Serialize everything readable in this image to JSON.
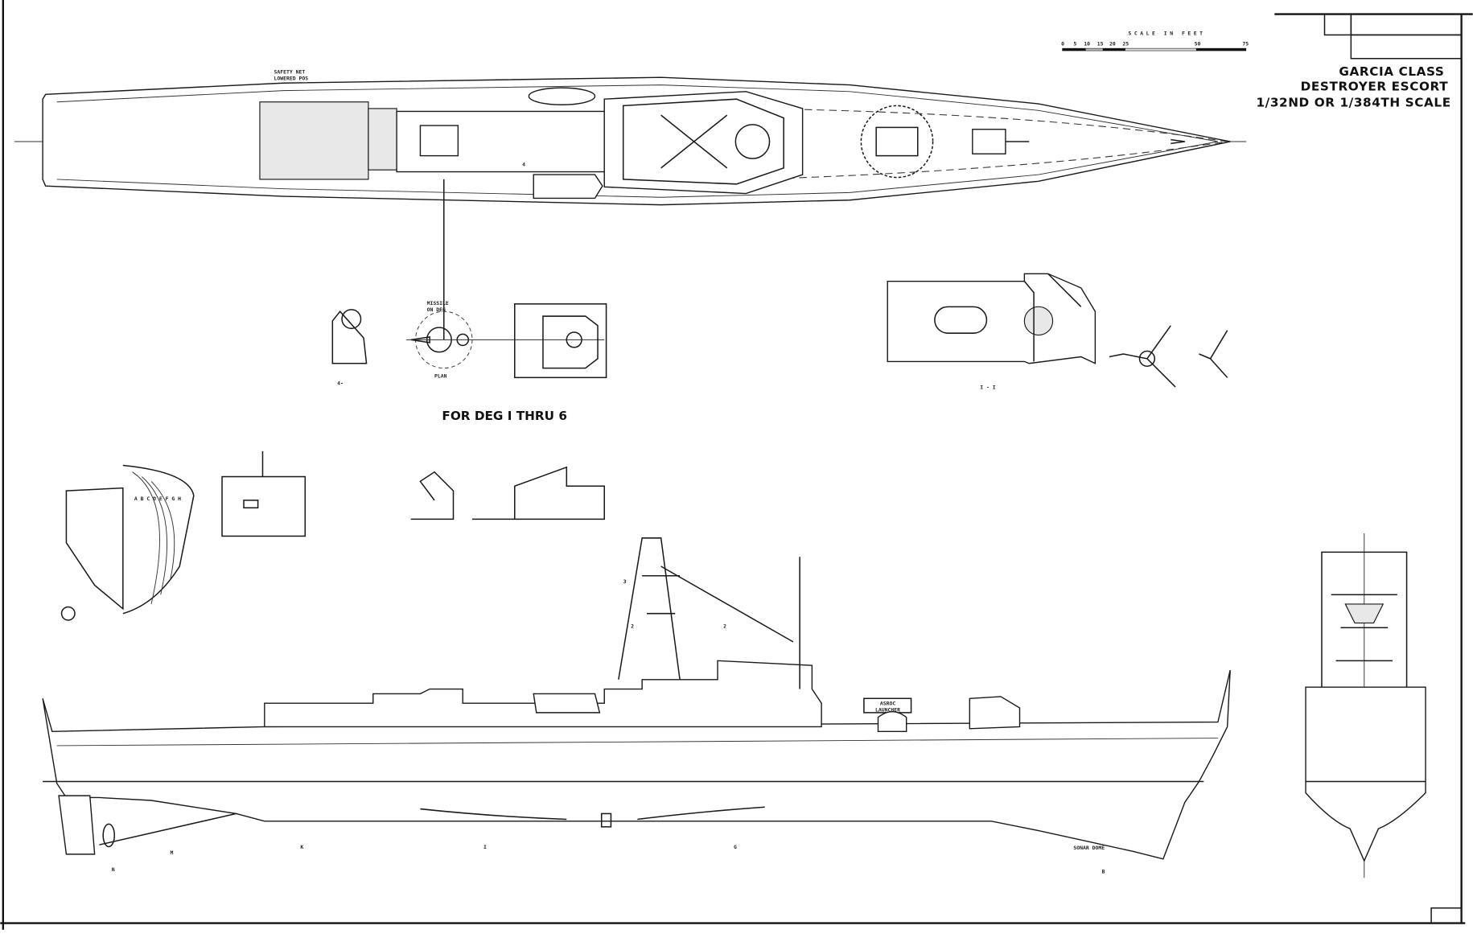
{
  "title": {
    "line1": "GARCIA CLASS",
    "line2": "DESTROYER ESCORT",
    "line3": "1/32ND OR 1/384TH SCALE"
  },
  "scale_bar": {
    "label": "SCALE IN FEET",
    "ticks": [
      "0",
      "5",
      "10",
      "15",
      "20",
      "25",
      "50",
      "75"
    ]
  },
  "plan_view": {
    "safety_net_1": "SAFETY NET",
    "safety_net_2": "LOWERED POS",
    "section_mark": "4"
  },
  "details": {
    "missile_1": "MISSILE",
    "missile_2": "ON DEG",
    "plan": "PLAN",
    "view_4": "4-",
    "note": "FOR DEG I THRU 6",
    "section": "I - I"
  },
  "body_plan": {
    "stations": "A B C D E F G H"
  },
  "elevation": {
    "asroc_1": "ASROC",
    "asroc_2": "LAUNCHER",
    "sonar": "SONAR DOME",
    "mast_marks": [
      "3",
      "2",
      "2"
    ],
    "stations": [
      "N",
      "M",
      "K",
      "I",
      "G",
      "B"
    ]
  }
}
